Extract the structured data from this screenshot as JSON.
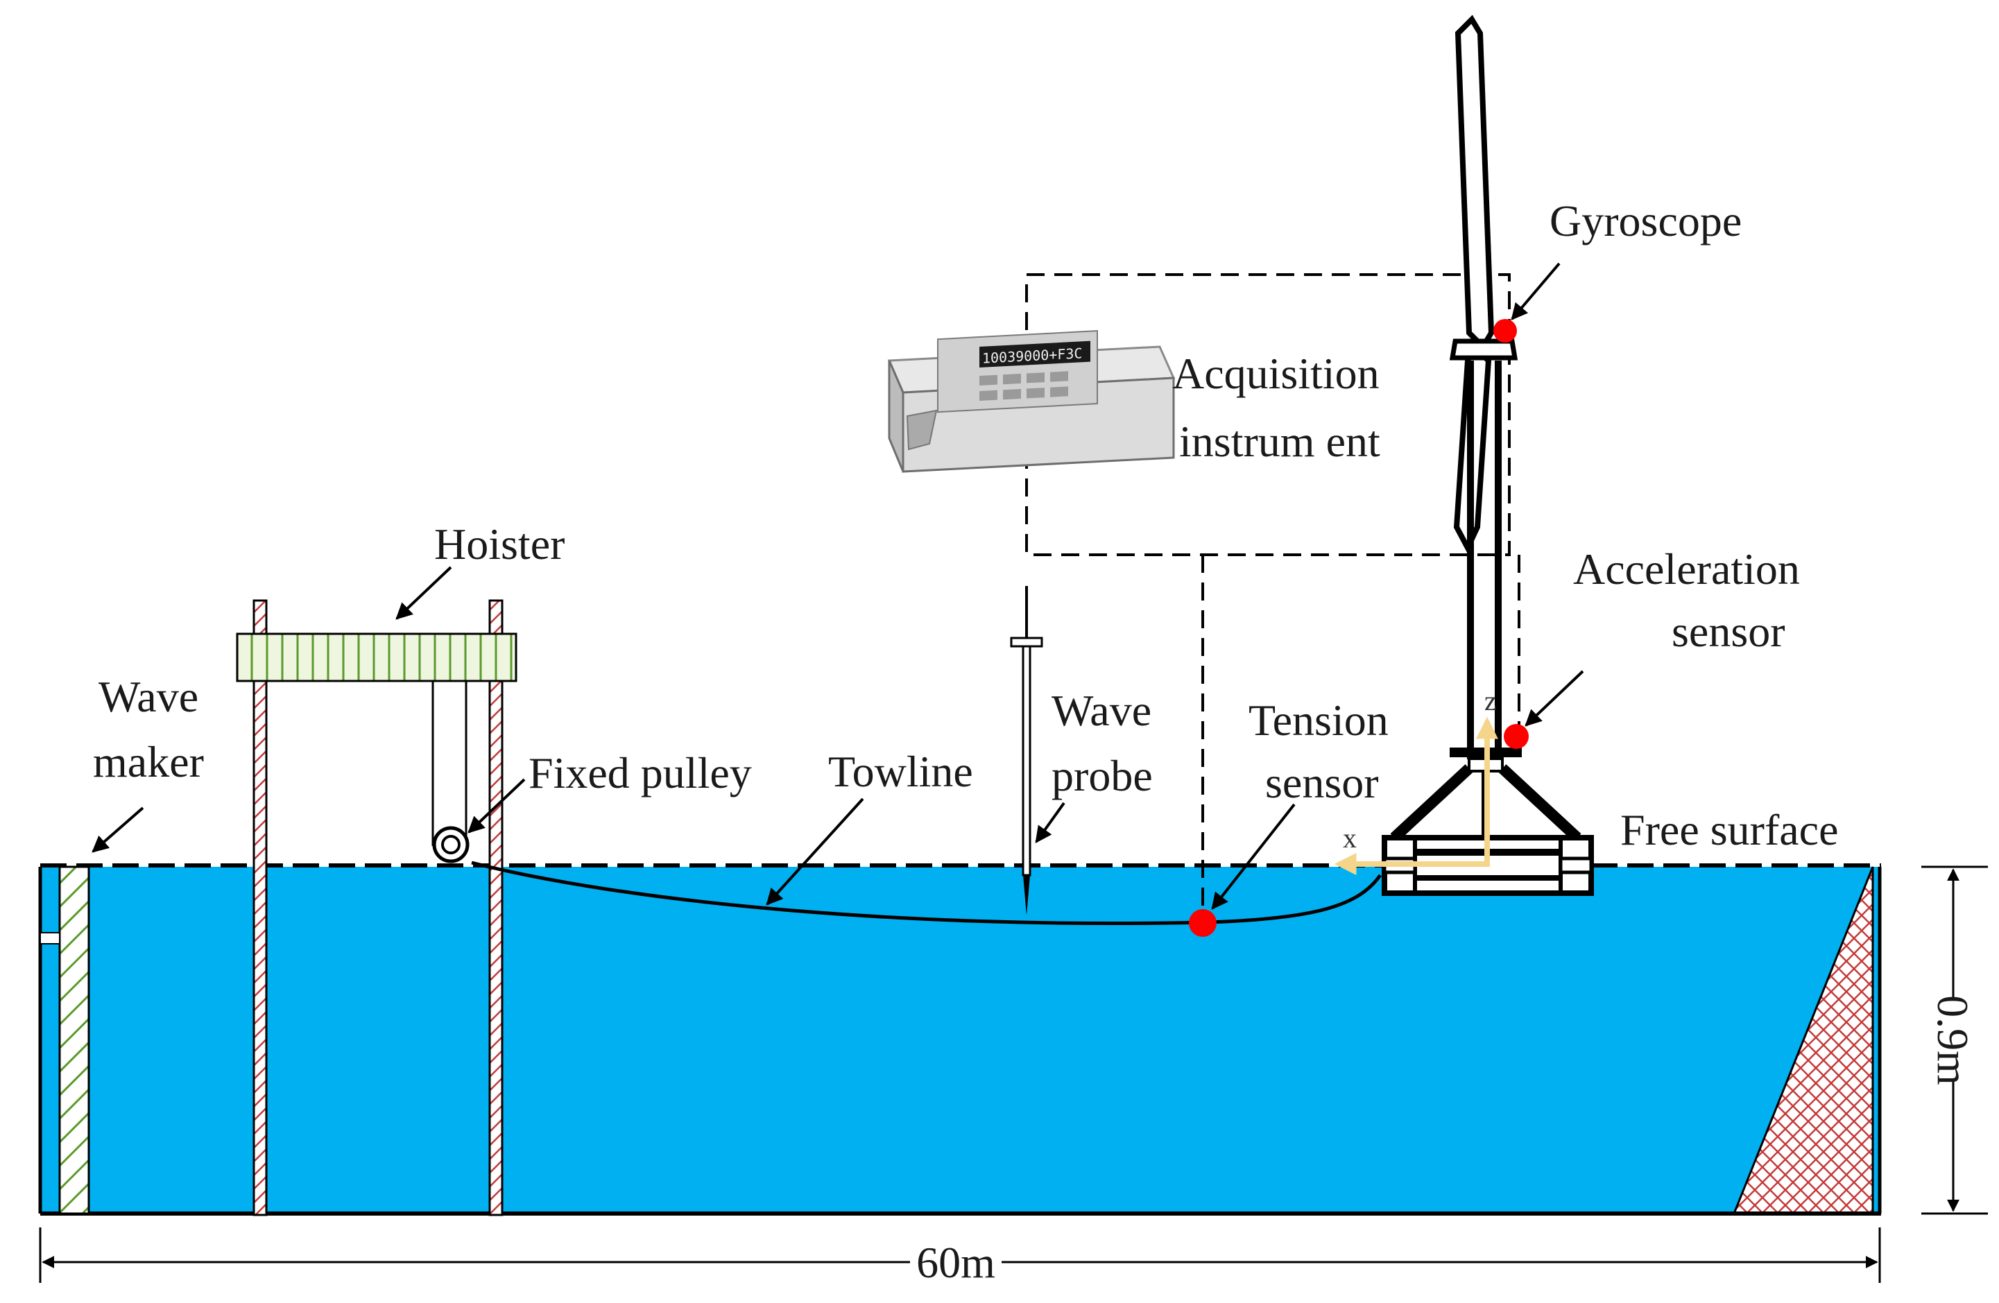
{
  "labels": {
    "gyroscope": "Gyroscope",
    "acquisition_line1": "Acquisition",
    "acquisition_line2": "instrum ent",
    "hoister": "Hoister",
    "acceleration_line1": "Acceleration",
    "acceleration_line2": "sensor",
    "wave_maker_line1": "Wave",
    "wave_maker_line2": "maker",
    "wave_probe_line1": "Wave",
    "wave_probe_line2": "probe",
    "tension_line1": "Tension",
    "tension_line2": "sensor",
    "fixed_pulley": "Fixed pulley",
    "towline": "Towline",
    "free_surface": "Free surface",
    "axis_x": "x",
    "axis_z": "z"
  },
  "dimensions": {
    "length": "60m",
    "depth": "0.9m"
  },
  "instrument": {
    "display": "10039000+F3C"
  },
  "colors": {
    "water": "#00b0f0",
    "sensor": "#ff0000",
    "axis_arrow": "#f4d58a",
    "outline": "#000000",
    "wave_maker_hatch": "#5a9a2a",
    "post_hatch": "#c43a3a"
  },
  "icons": {
    "pulley": "pulley-icon",
    "instrument": "data-logger-icon",
    "turbine": "wind-turbine-icon"
  }
}
